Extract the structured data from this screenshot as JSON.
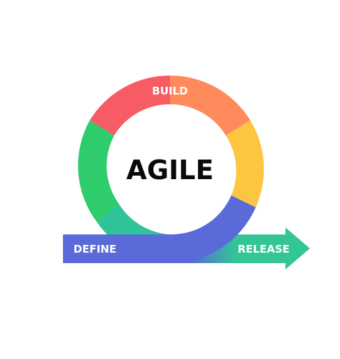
{
  "diagram": {
    "center_label": "AGILE",
    "labels": {
      "build": "BUILD",
      "define": "DEFINE",
      "release": "RELEASE"
    },
    "colors": {
      "red": "#f75b63",
      "orange": "#ff8a5b",
      "yellow": "#fdc540",
      "green": "#2ecc6b",
      "teal": "#2fc39a",
      "blue": "#5a6ad8",
      "arrow_teal": "#34c597",
      "text": "#0a0a0a",
      "background": "#ffffff"
    }
  }
}
